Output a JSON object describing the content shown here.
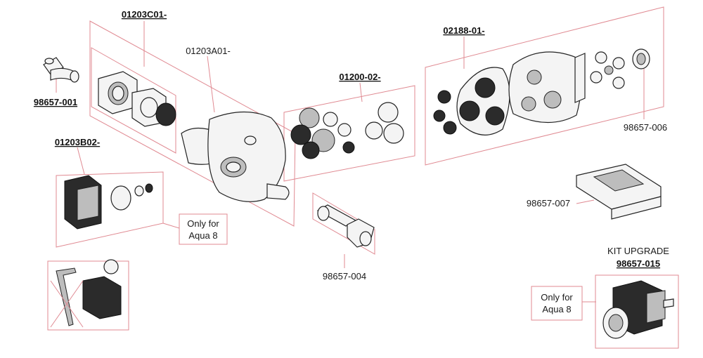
{
  "labels": {
    "kit_01203C01": "01203C01-",
    "part_01203A01": "01203A01-",
    "kit_98657_001": "98657-001",
    "kit_01203B02": "01203B02-",
    "kit_01200_02": "01200-02-",
    "kit_02188_01": "02188-01-",
    "part_98657_006": "98657-006",
    "part_98657_007": "98657-007",
    "part_98657_004": "98657-004",
    "kit_upgrade_title": "KIT UPGRADE",
    "kit_98657_015": "98657-015"
  },
  "notes": {
    "aqua8_left_line1": "Only for",
    "aqua8_left_line2": "Aqua 8",
    "aqua8_right_line1": "Only for",
    "aqua8_right_line2": "Aqua 8"
  },
  "colors": {
    "frame": "#e08a92",
    "line": "#222222",
    "part_fill": "#f4f4f4",
    "dark_fill": "#2b2b2b"
  }
}
